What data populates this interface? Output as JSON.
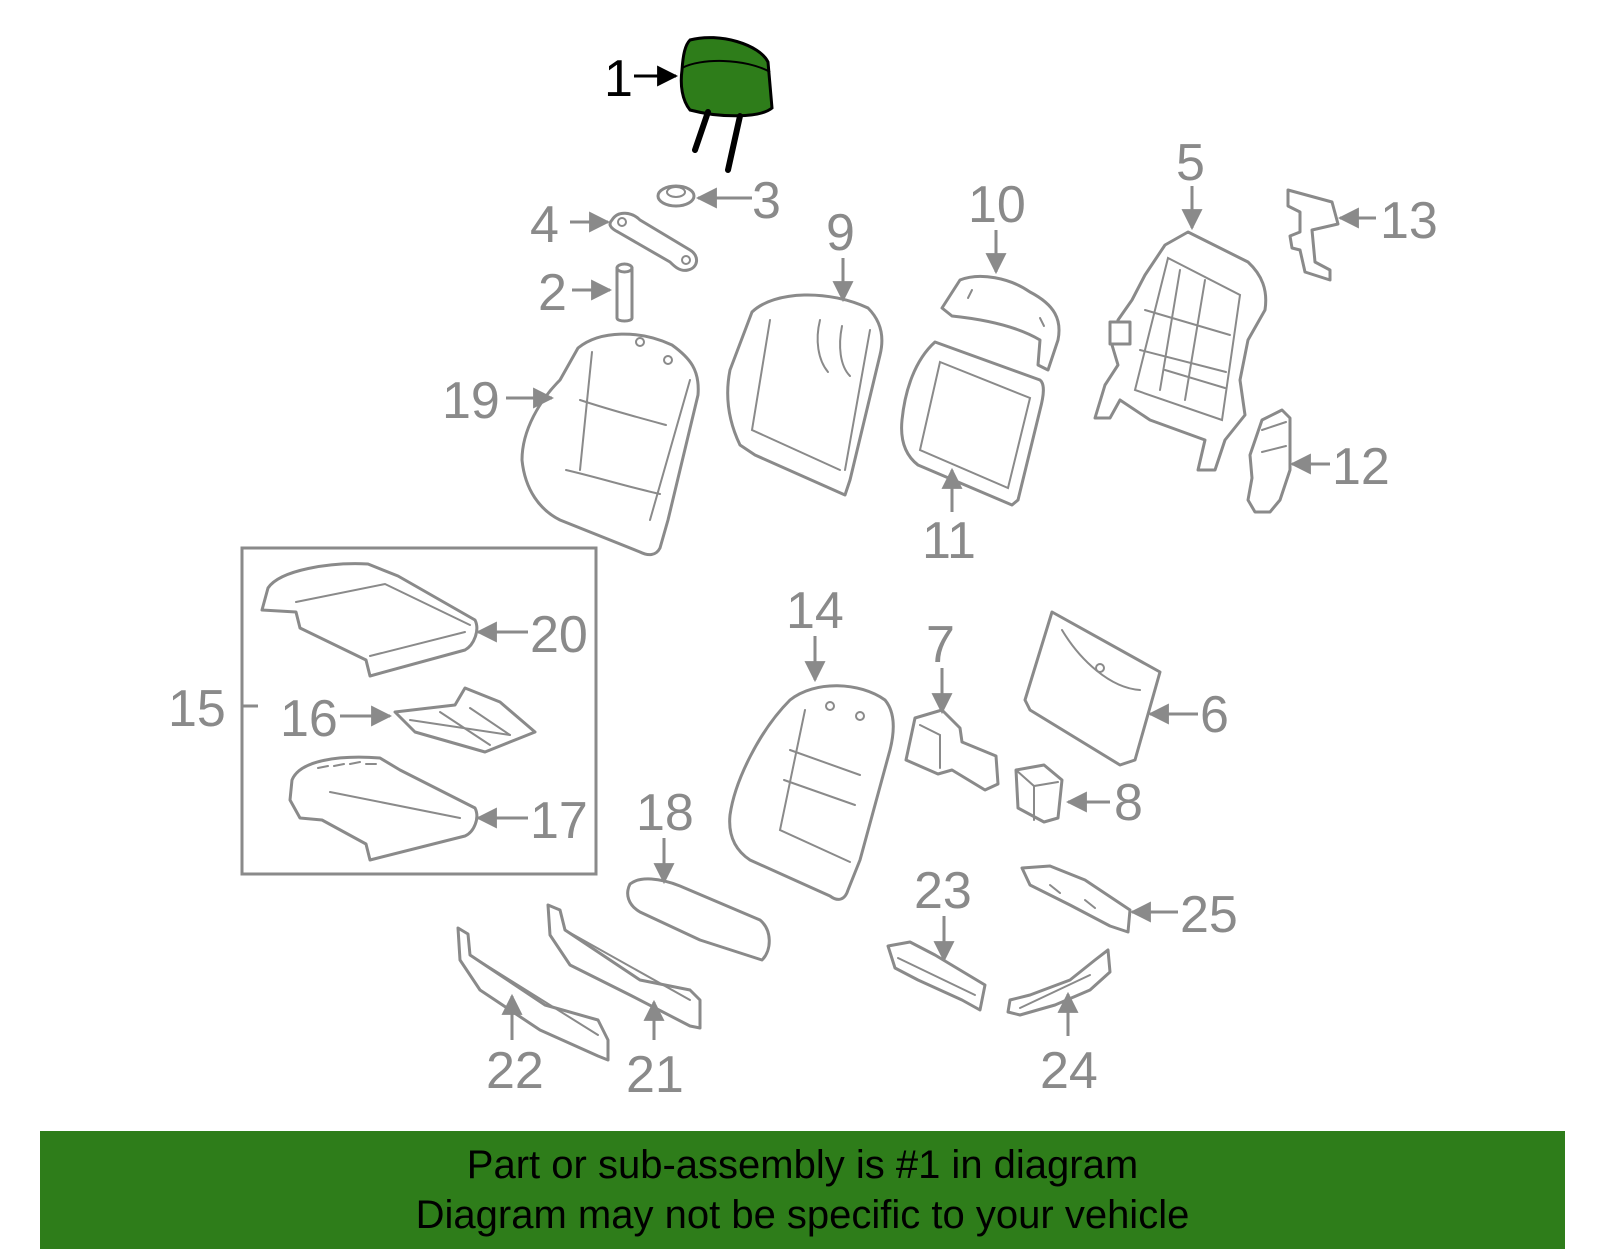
{
  "colors": {
    "highlight": "#2e7d1a",
    "banner": "#2e7d1a",
    "part_outline": "#8a8a8a",
    "active_outline": "#000000"
  },
  "highlighted_part": "1",
  "callouts": {
    "c1": "1",
    "c2": "2",
    "c3": "3",
    "c4": "4",
    "c5": "5",
    "c6": "6",
    "c7": "7",
    "c8": "8",
    "c9": "9",
    "c10": "10",
    "c11": "11",
    "c12": "12",
    "c13": "13",
    "c14": "14",
    "c15": "15",
    "c16": "16",
    "c17": "17",
    "c18": "18",
    "c19": "19",
    "c20": "20",
    "c21": "21",
    "c22": "22",
    "c23": "23",
    "c24": "24",
    "c25": "25"
  },
  "banner": {
    "line1": "Part or sub-assembly is #1 in diagram",
    "line2": "Diagram may not be specific to your vehicle"
  }
}
